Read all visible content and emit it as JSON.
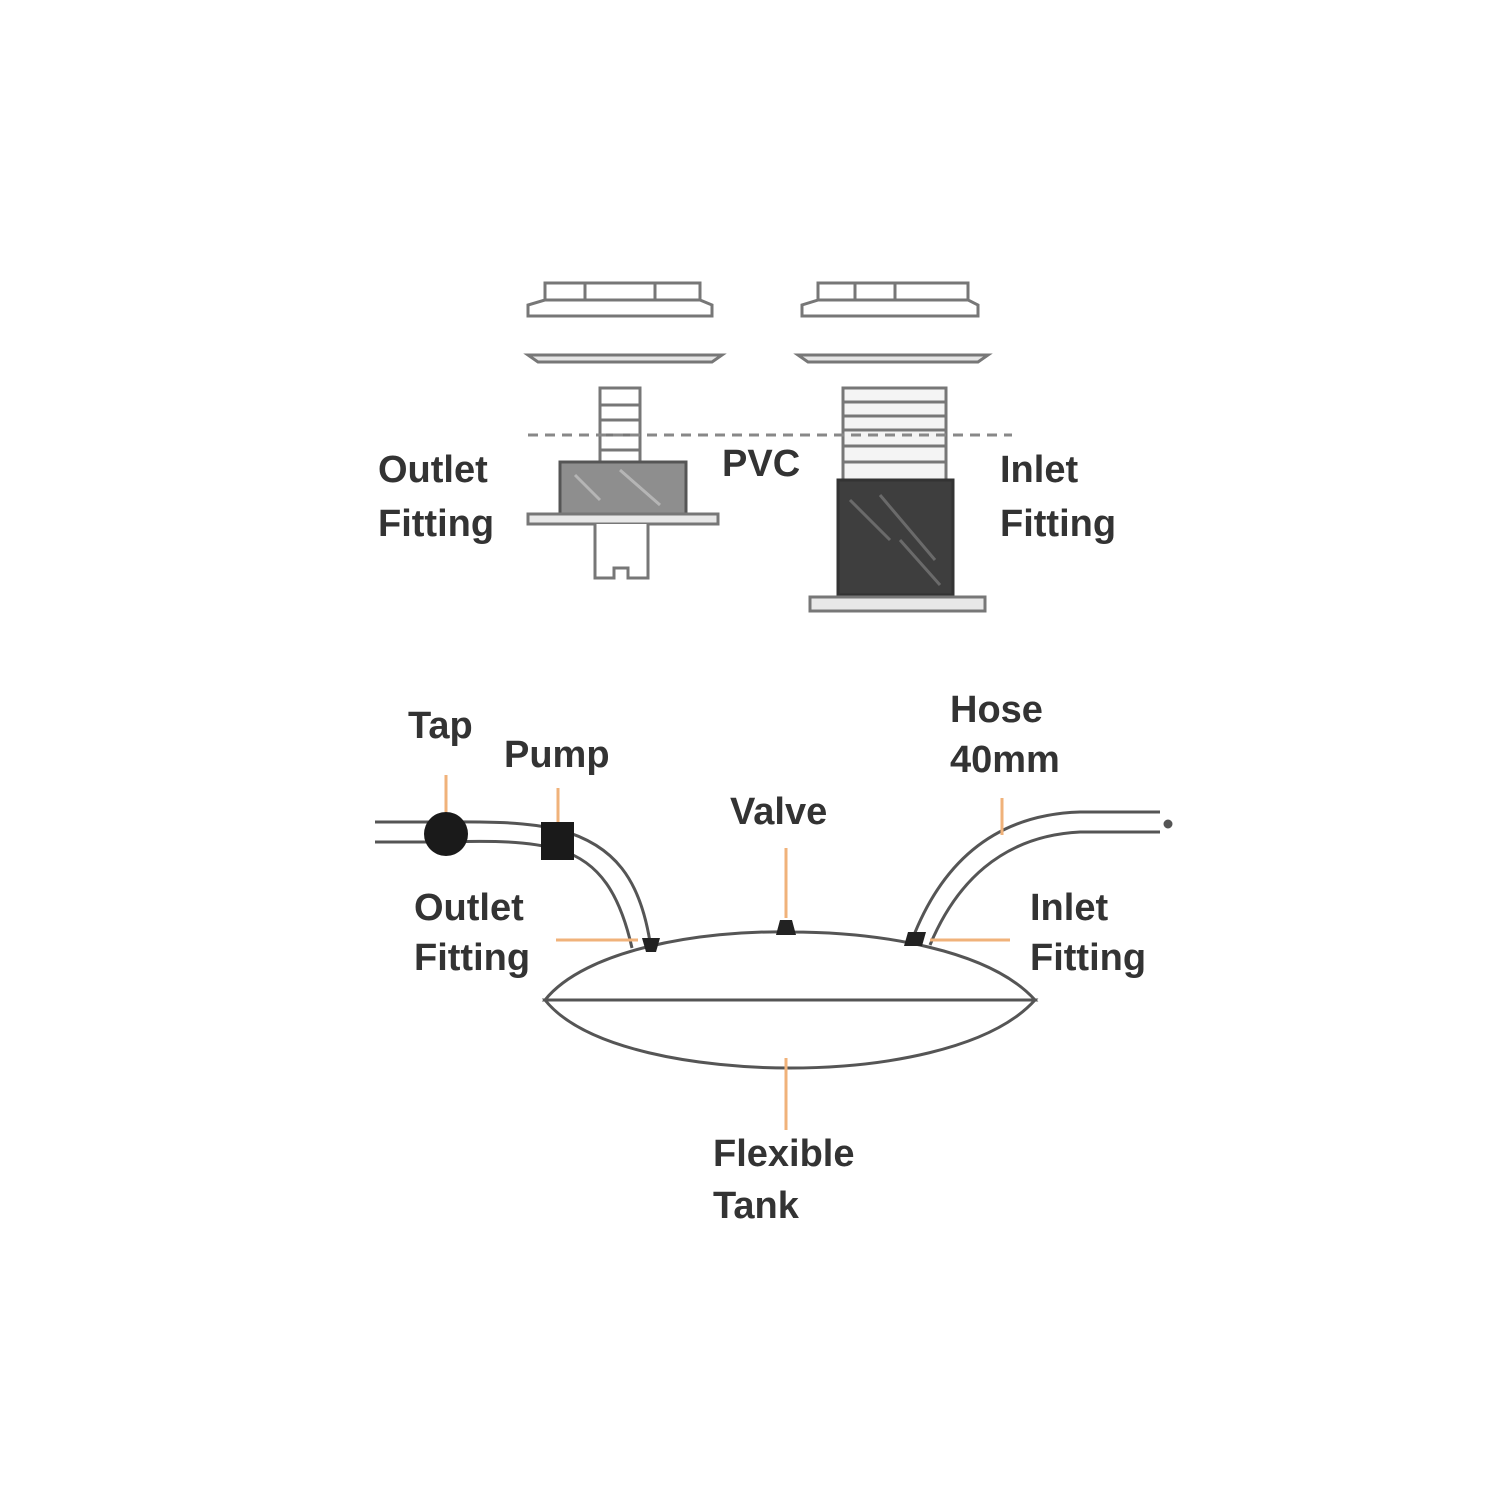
{
  "labels": {
    "top_outlet_line1": "Outlet",
    "top_outlet_line2": "Fitting",
    "pvc": "PVC",
    "top_inlet_line1": "Inlet",
    "top_inlet_line2": "Fitting",
    "tap": "Tap",
    "pump": "Pump",
    "valve": "Valve",
    "hose_line1": "Hose",
    "hose_line2": "40mm",
    "outlet_line1": "Outlet",
    "outlet_line2": "Fitting",
    "inlet_line1": "Inlet",
    "inlet_line2": "Fitting",
    "tank_line1": "Flexible",
    "tank_line2": "Tank"
  },
  "colors": {
    "outline": "#555555",
    "pointer": "#f0b27a",
    "fitting_fill_light": "#8e8e8e",
    "fitting_fill_dark": "#3e3e3e",
    "text": "#333333"
  }
}
